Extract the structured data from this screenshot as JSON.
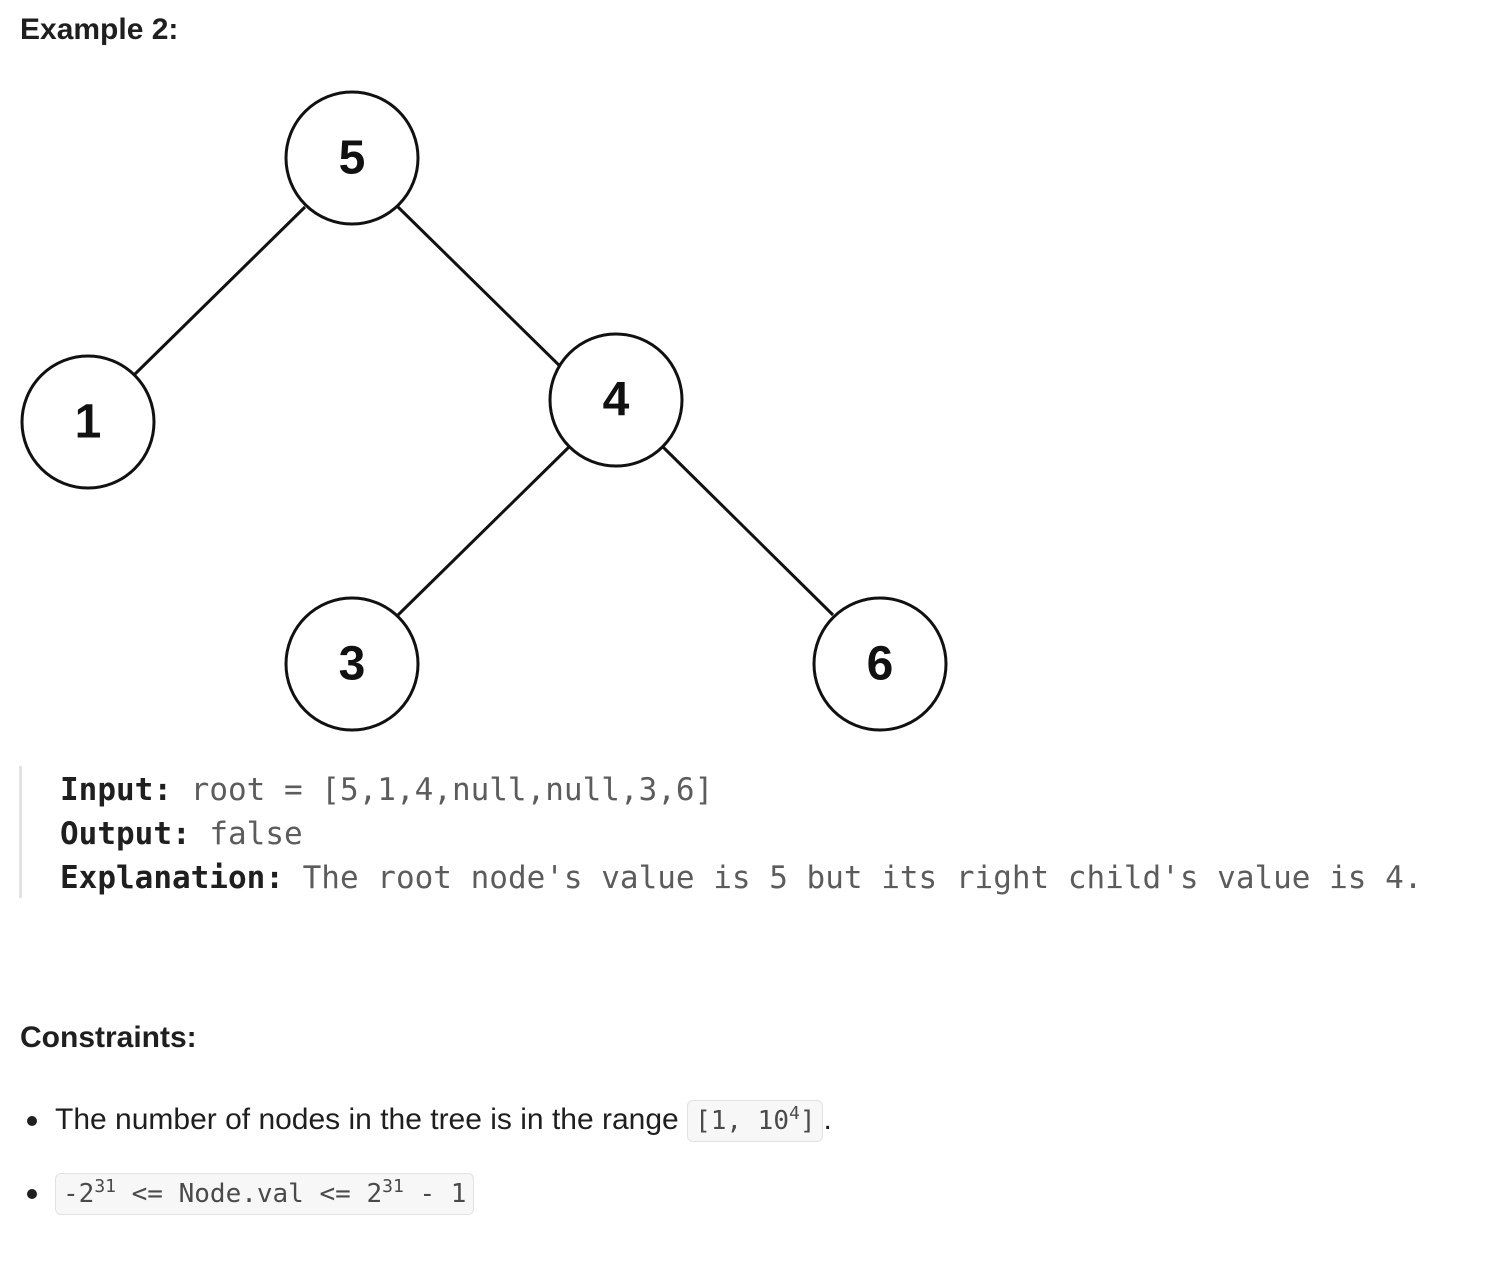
{
  "example": {
    "heading": "Example 2:",
    "input_label": "Input:",
    "input_value": "root = [5,1,4,null,null,3,6]",
    "output_label": "Output:",
    "output_value": "false",
    "explanation_label": "Explanation:",
    "explanation_value": "The root node's value is 5 but its right child's value is 4."
  },
  "tree": {
    "nodes": [
      "5",
      "1",
      "4",
      "3",
      "6"
    ]
  },
  "constraints": {
    "heading": "Constraints:",
    "item1_text": "The number of nodes in the tree is in the range ",
    "item1_code_prefix": "[1, 10",
    "item1_code_sup": "4",
    "item1_code_suffix": "]",
    "item1_end": ".",
    "item2_code_a": "-2",
    "item2_code_sup_a": "31",
    "item2_code_mid": " <= Node.val <= 2",
    "item2_code_sup_b": "31",
    "item2_code_end": " - 1"
  }
}
